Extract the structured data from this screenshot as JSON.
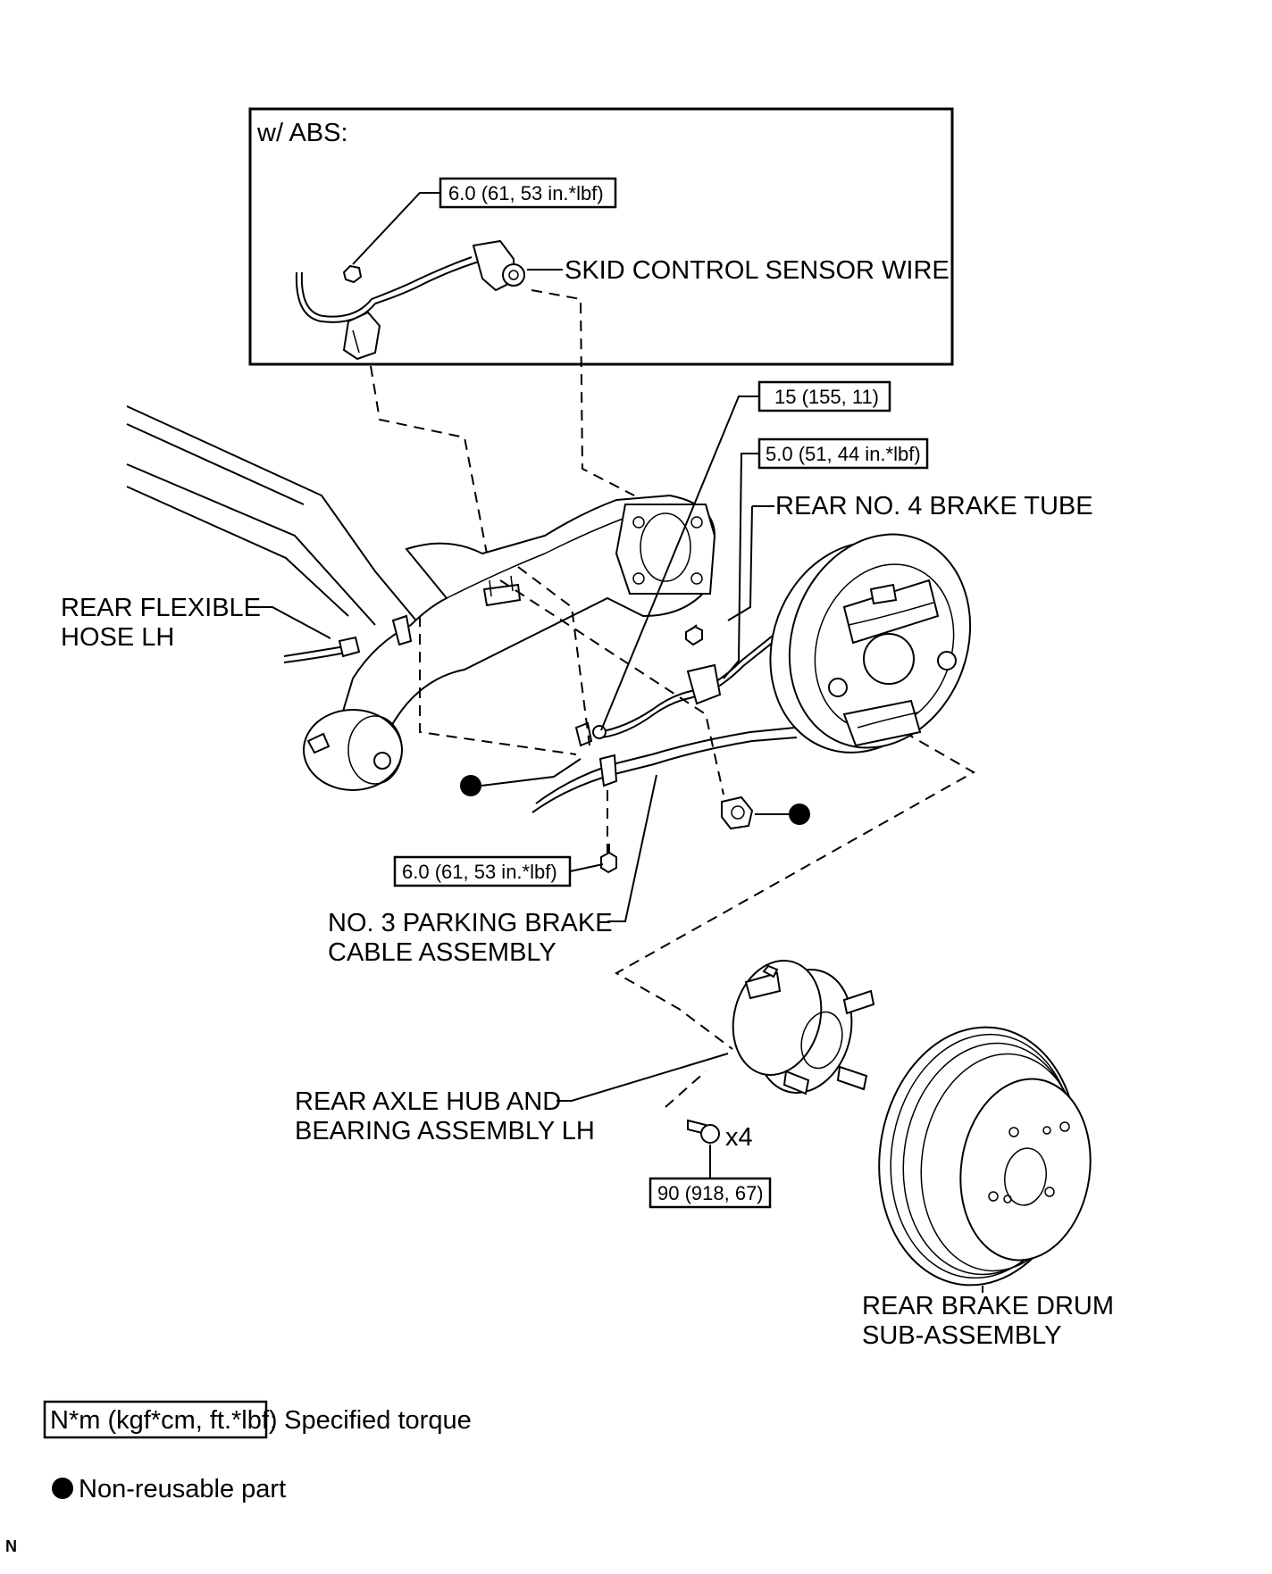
{
  "abs_box": {
    "title": "w/ ABS:"
  },
  "labels": {
    "skid_sensor_wire": "SKID CONTROL SENSOR WIRE",
    "rear_no4_tube": "REAR NO. 4 BRAKE TUBE",
    "rear_flex_hose_1": "REAR FLEXIBLE",
    "rear_flex_hose_2": "HOSE LH",
    "parking_cable_1": "NO. 3 PARKING BRAKE",
    "parking_cable_2": "CABLE ASSEMBLY",
    "hub_1": "REAR AXLE HUB AND",
    "hub_2": "BEARING ASSEMBLY LH",
    "drum_1": "REAR BRAKE DRUM",
    "drum_2": "SUB-ASSEMBLY",
    "hub_bolt_qty": "x4"
  },
  "torques": {
    "abs_bolt": "6.0 (61, 53 in.*lbf)",
    "bracket_bolt": "15 (155, 11)",
    "tube_nut": "5.0 (51, 44 in.*lbf)",
    "cable_bolt": "6.0 (61, 53 in.*lbf)",
    "hub_bolt": "90 (918, 67)"
  },
  "legend": {
    "torque_unit": "N*m (kgf*cm, ft.*lbf)",
    "torque_text": ": Specified torque",
    "nonreusable_text": "Non-reusable part"
  },
  "corner_mark": "N"
}
